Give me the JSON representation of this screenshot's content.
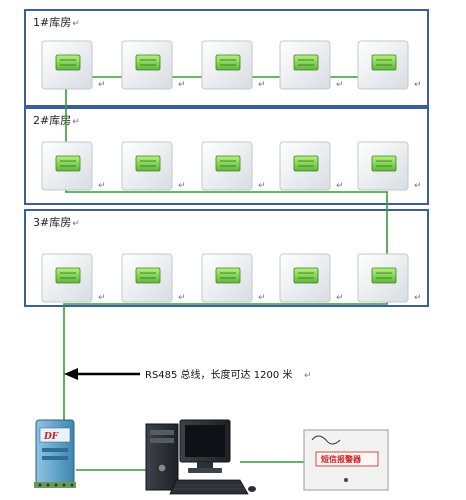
{
  "diagram": {
    "rooms": [
      {
        "label": "1#库房",
        "sensor_count": 5
      },
      {
        "label": "2#库房",
        "sensor_count": 5
      },
      {
        "label": "3#库房",
        "sensor_count": 5
      }
    ],
    "bus_annotation": "RS485 总线，长度可达 1200 米",
    "converter_brand": "DF",
    "alarm_panel_text": "短信报警器",
    "return_mark": "↵",
    "colors": {
      "room_border": "#3a5f9a",
      "bus_line": "#3a9a3a",
      "sensor_screen": "#7fd64a",
      "converter_body": "#5aa0c8",
      "pc_body": "#2b2f36"
    }
  }
}
